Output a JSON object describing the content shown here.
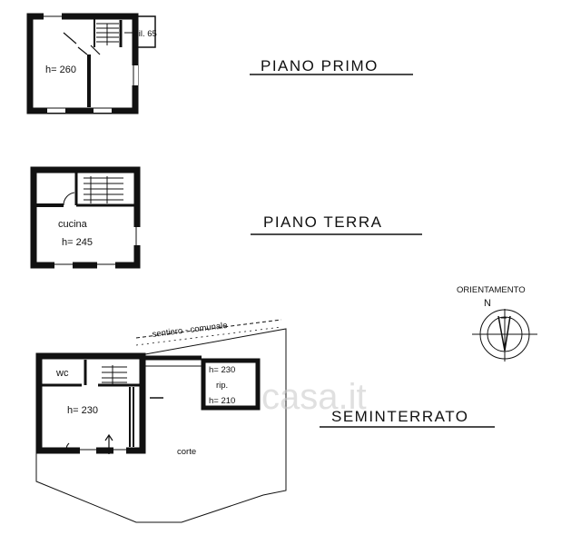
{
  "floors": {
    "first": {
      "title": "PIANO PRIMO",
      "height": "h= 260",
      "note": "cil. 65"
    },
    "ground": {
      "title": "PIANO TERRA",
      "room": "cucina",
      "height": "h= 245"
    },
    "basement": {
      "title": "SEMINTERRATO",
      "wc": "wc",
      "height": "h= 230",
      "rip_height": "h= 230",
      "rip": "rip.",
      "rip_height2": "h= 210",
      "corte": "corte",
      "sentiero": "sentiero - comunale"
    }
  },
  "compass": {
    "label": "ORIENTAMENTO",
    "north": "N"
  },
  "watermark": "casa.it"
}
